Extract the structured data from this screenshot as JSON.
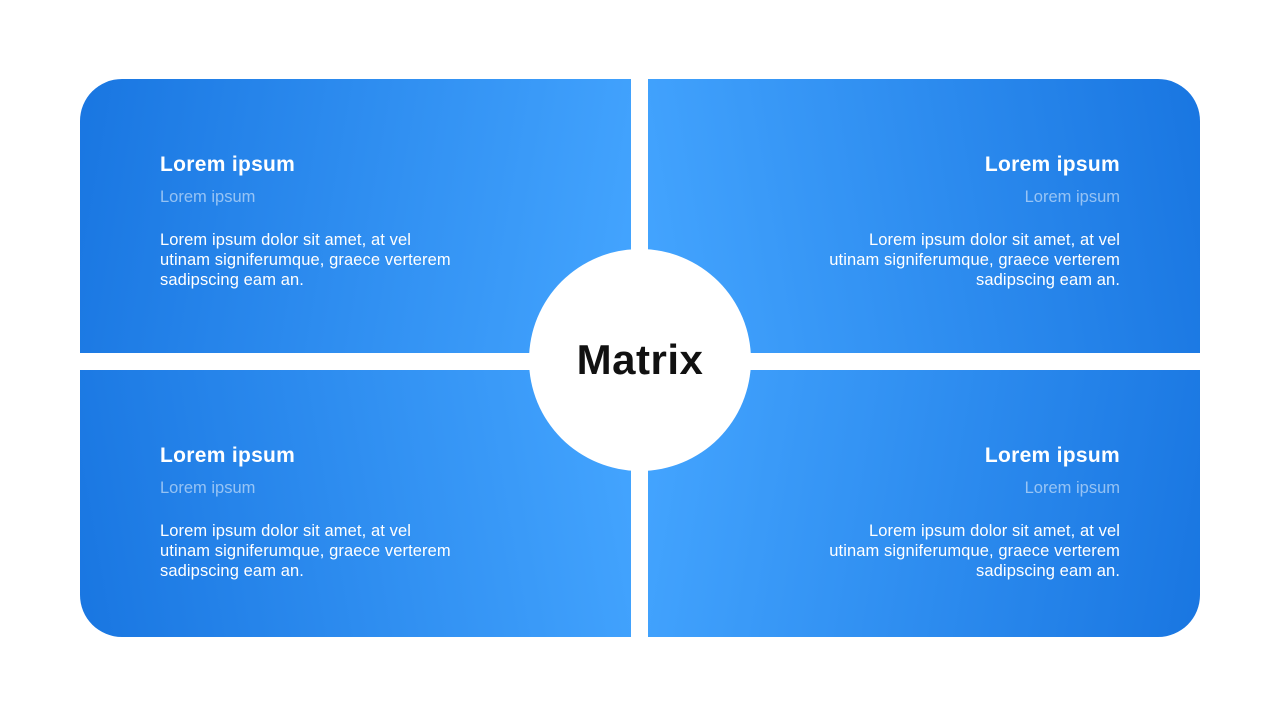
{
  "slide": {
    "center_label": "Matrix"
  },
  "colors": {
    "background": "#ffffff",
    "quadrant_gradient_dark": "#1976e1",
    "quadrant_gradient_light": "#44a5ff",
    "heading_text": "#ffffff",
    "subtitle_text": "rgba(255,255,255,0.52)",
    "body_text": "#ffffff",
    "center_circle": "#ffffff",
    "center_text": "#111111"
  },
  "quadrants": [
    {
      "id": "top-left",
      "align": "left",
      "title": "Lorem ipsum",
      "subtitle": "Lorem ipsum",
      "body": "Lorem ipsum dolor sit amet, at vel\nutinam signiferumque, graece verterem\nsadipscing eam an."
    },
    {
      "id": "top-right",
      "align": "right",
      "title": "Lorem ipsum",
      "subtitle": "Lorem ipsum",
      "body": "Lorem ipsum dolor sit amet, at vel\nutinam signiferumque, graece verterem\nsadipscing eam an."
    },
    {
      "id": "bottom-left",
      "align": "left",
      "title": "Lorem ipsum",
      "subtitle": "Lorem ipsum",
      "body": "Lorem ipsum dolor sit amet, at vel\nutinam signiferumque, graece verterem\nsadipscing eam an."
    },
    {
      "id": "bottom-right",
      "align": "right",
      "title": "Lorem ipsum",
      "subtitle": "Lorem ipsum",
      "body": "Lorem ipsum dolor sit amet, at vel\nutinam signiferumque, graece verterem\nsadipscing eam an."
    }
  ]
}
